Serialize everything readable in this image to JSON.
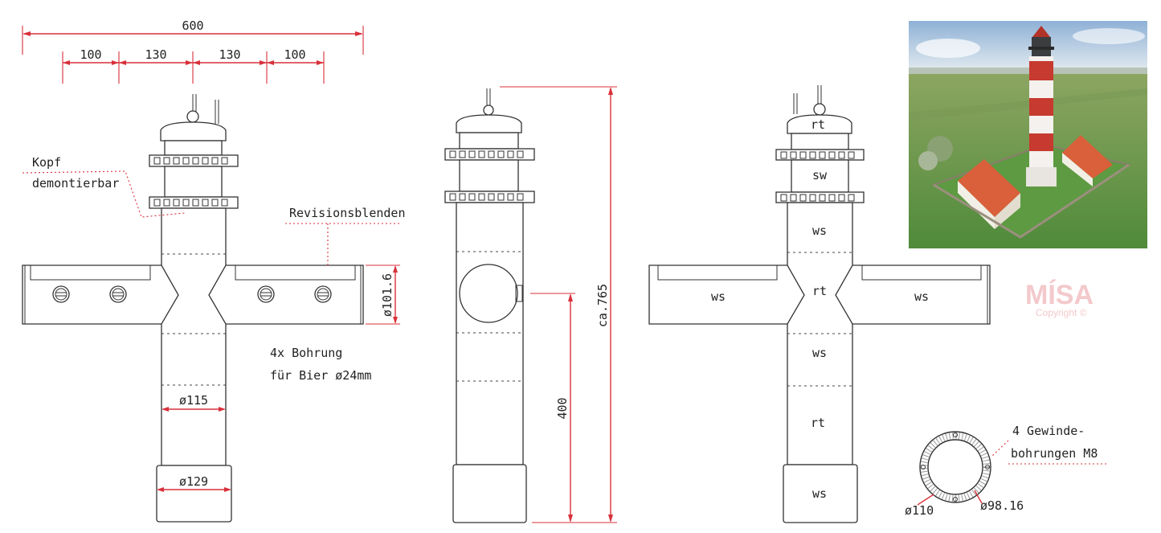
{
  "dimensions": {
    "overall_width": "600",
    "seg_1": "100",
    "seg_2": "130",
    "seg_3": "130",
    "seg_4": "100",
    "arm_diameter": "ø101.6",
    "shaft_diameter": "ø115",
    "base_diameter": "ø129",
    "total_height": "ca.765",
    "opening_height": "400",
    "ring_outer": "ø110",
    "ring_inner": "ø98.16"
  },
  "annotations": {
    "head_line1": "Kopf",
    "head_line2": "demontierbar",
    "covers": "Revisionsblenden",
    "holes_line1": "4x Bohrung",
    "holes_line2": "für Bier ø24mm",
    "thread_line1": "4 Gewinde-",
    "thread_line2": "bohrungen M8"
  },
  "color_codes": {
    "cap": "rt",
    "lantern": "sw",
    "upper_band": "ws",
    "center": "rt",
    "left_arm": "ws",
    "right_arm": "ws",
    "lower_band_1": "ws",
    "lower_band_2": "rt",
    "base": "ws"
  },
  "watermark": {
    "brand": "MÍSA",
    "copyright": "Copyright ©"
  },
  "colors": {
    "dimension_red": "#d9303a",
    "line_dark": "#333333"
  }
}
